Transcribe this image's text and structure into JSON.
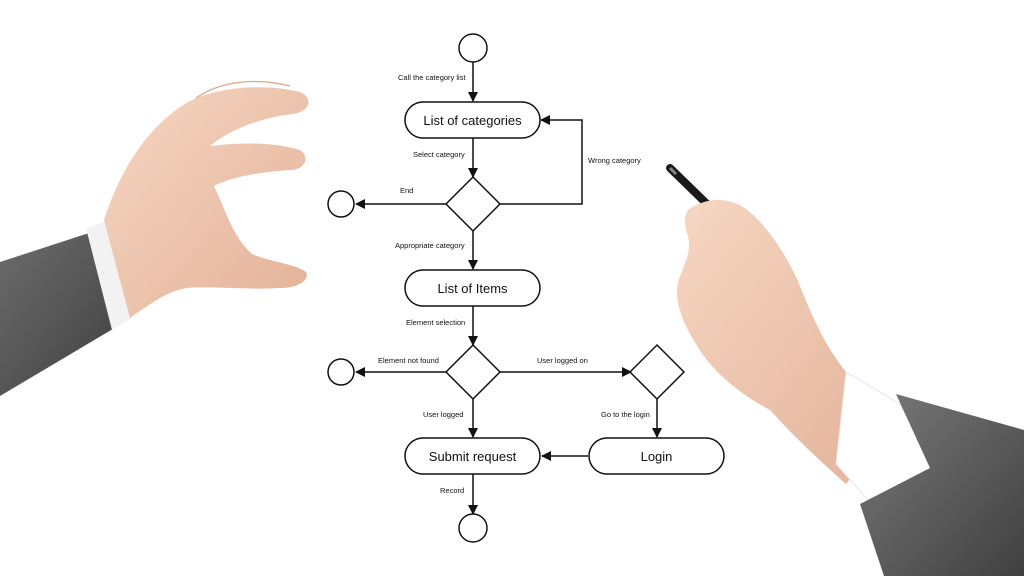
{
  "nodes": {
    "list_categories": "List of categories",
    "list_items": "List of Items",
    "submit_request": "Submit request",
    "login": "Login"
  },
  "edges": {
    "call_category_list": "Call the category list",
    "select_category": "Select category",
    "wrong_category": "Wrong category",
    "end": "End",
    "appropriate_category": "Appropriate category",
    "element_selection": "Element selection",
    "element_not_found": "Element not found",
    "user_logged_on": "User logged on",
    "user_logged": "User logged",
    "go_to_login": "Go to the login",
    "record": "Record"
  }
}
